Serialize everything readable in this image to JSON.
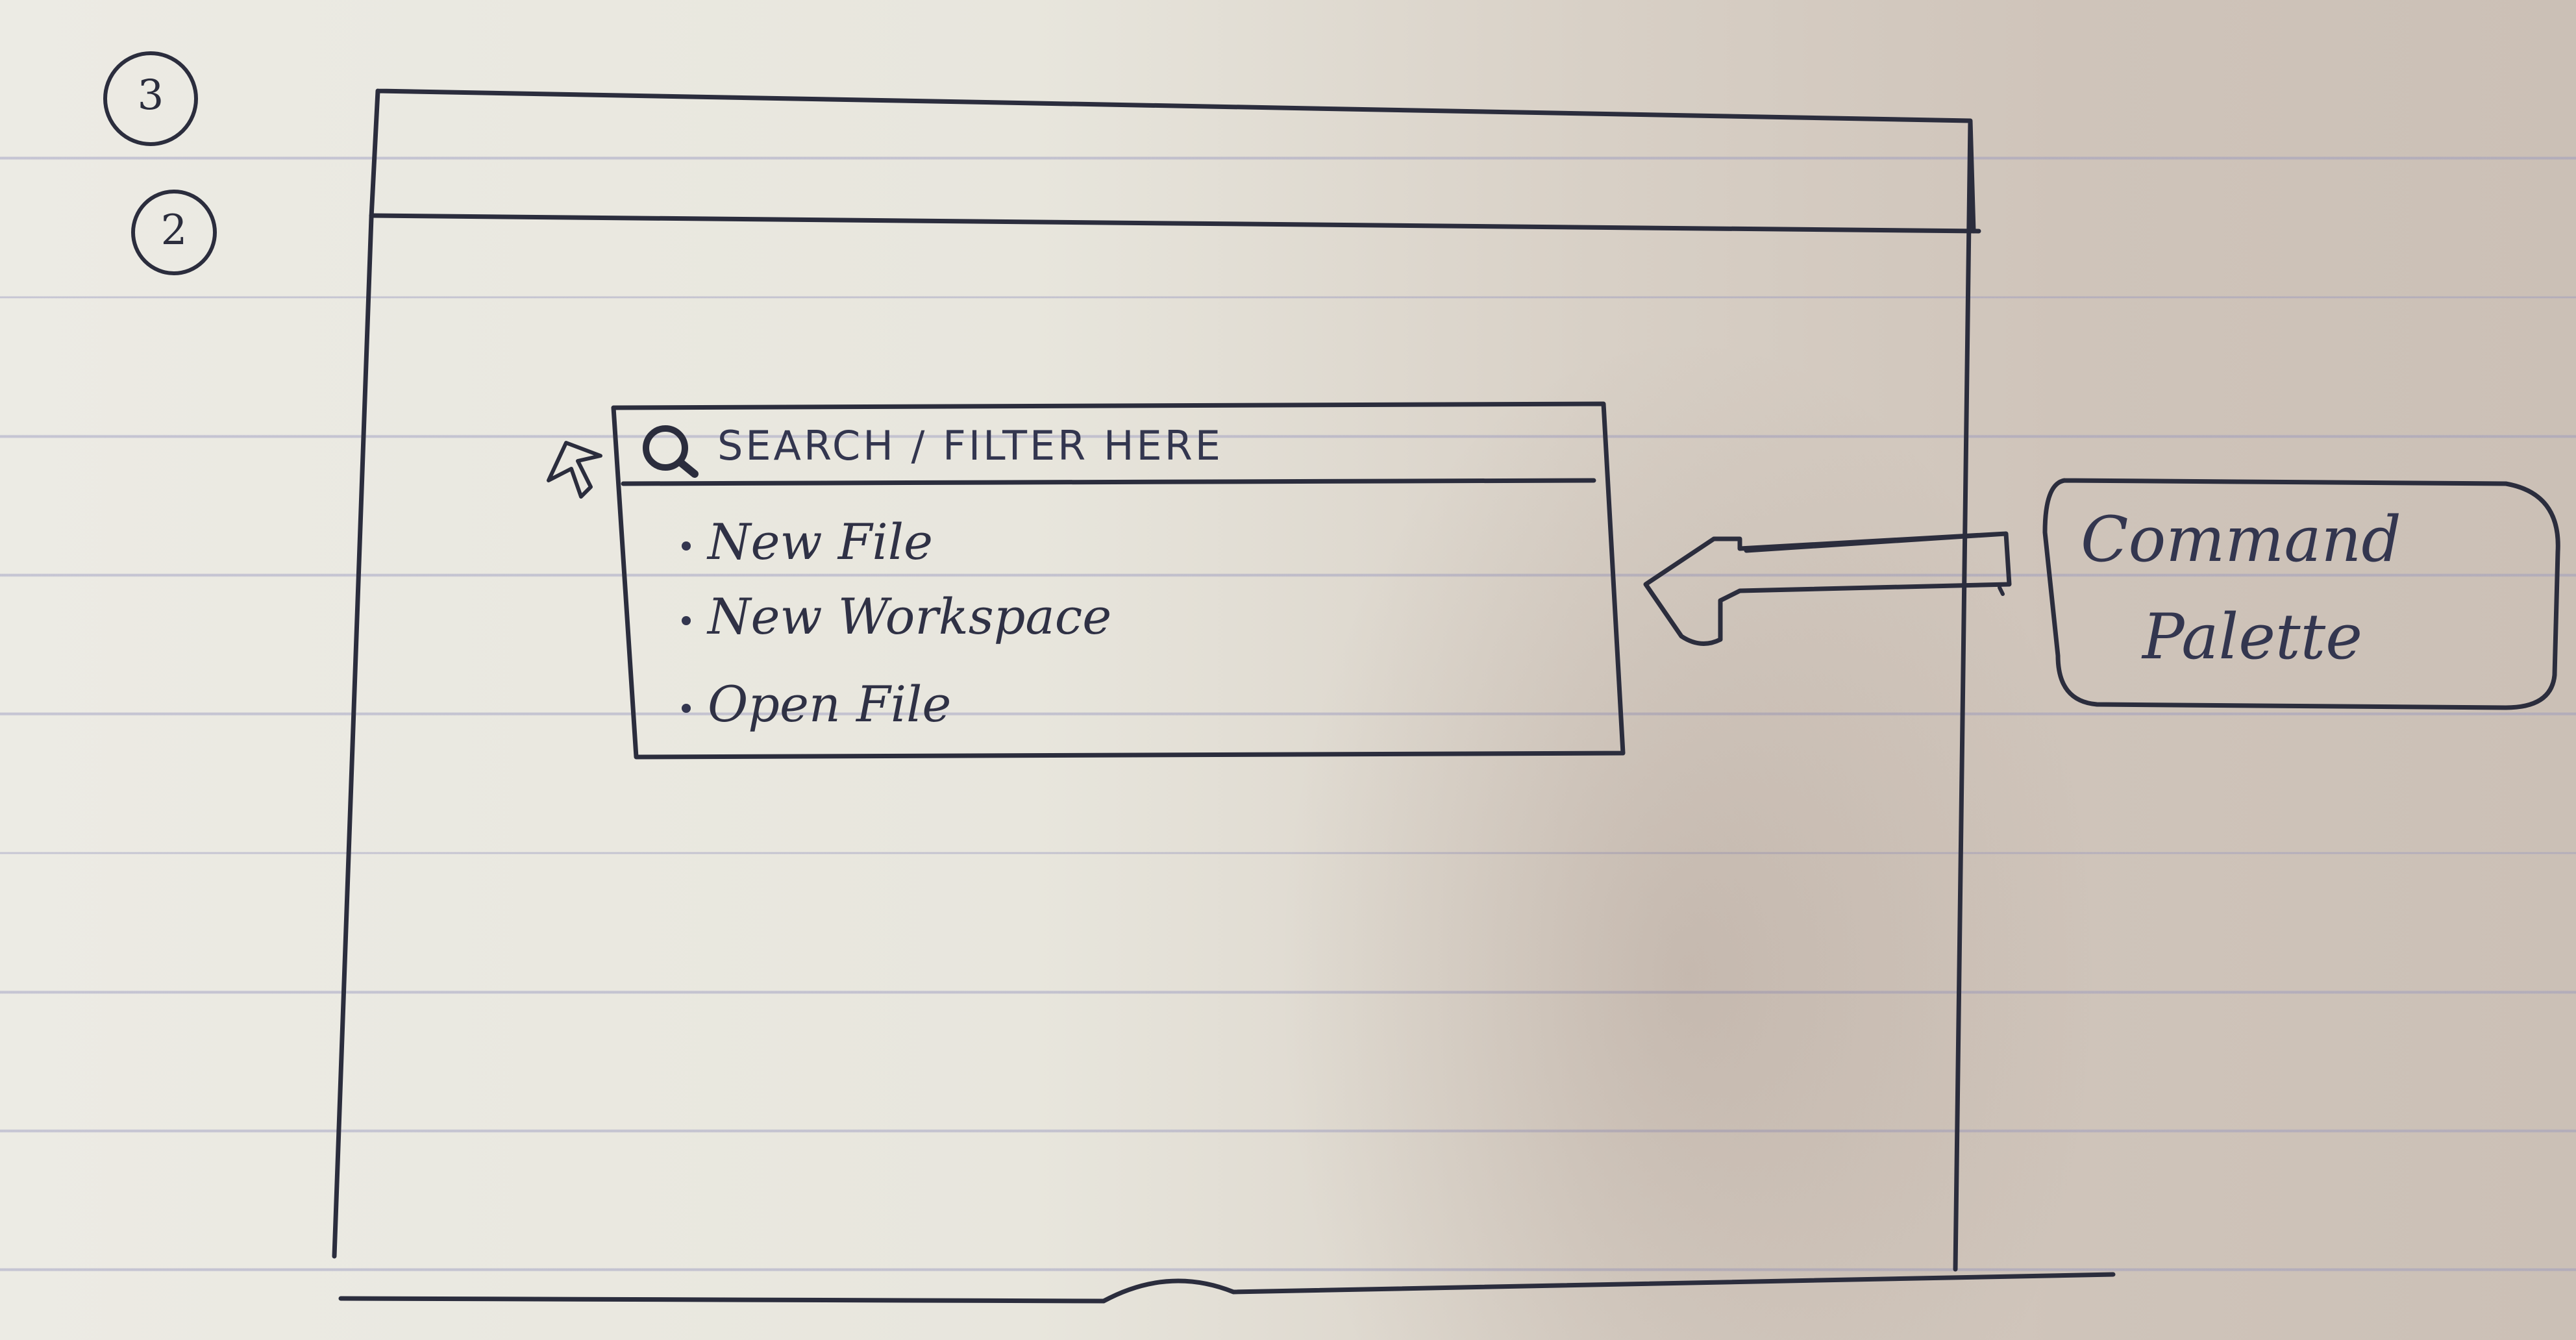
{
  "steps": [
    "3",
    "2"
  ],
  "palette": {
    "search_placeholder": "SEARCH / FILTER HERE",
    "items": [
      "New File",
      "New Workspace",
      "Open File"
    ]
  },
  "callout": {
    "lines": [
      "Command",
      "Palette"
    ]
  },
  "colors": {
    "ink": "#2b2d3d",
    "paper": "#ecebe4",
    "rule": "#9696be"
  }
}
